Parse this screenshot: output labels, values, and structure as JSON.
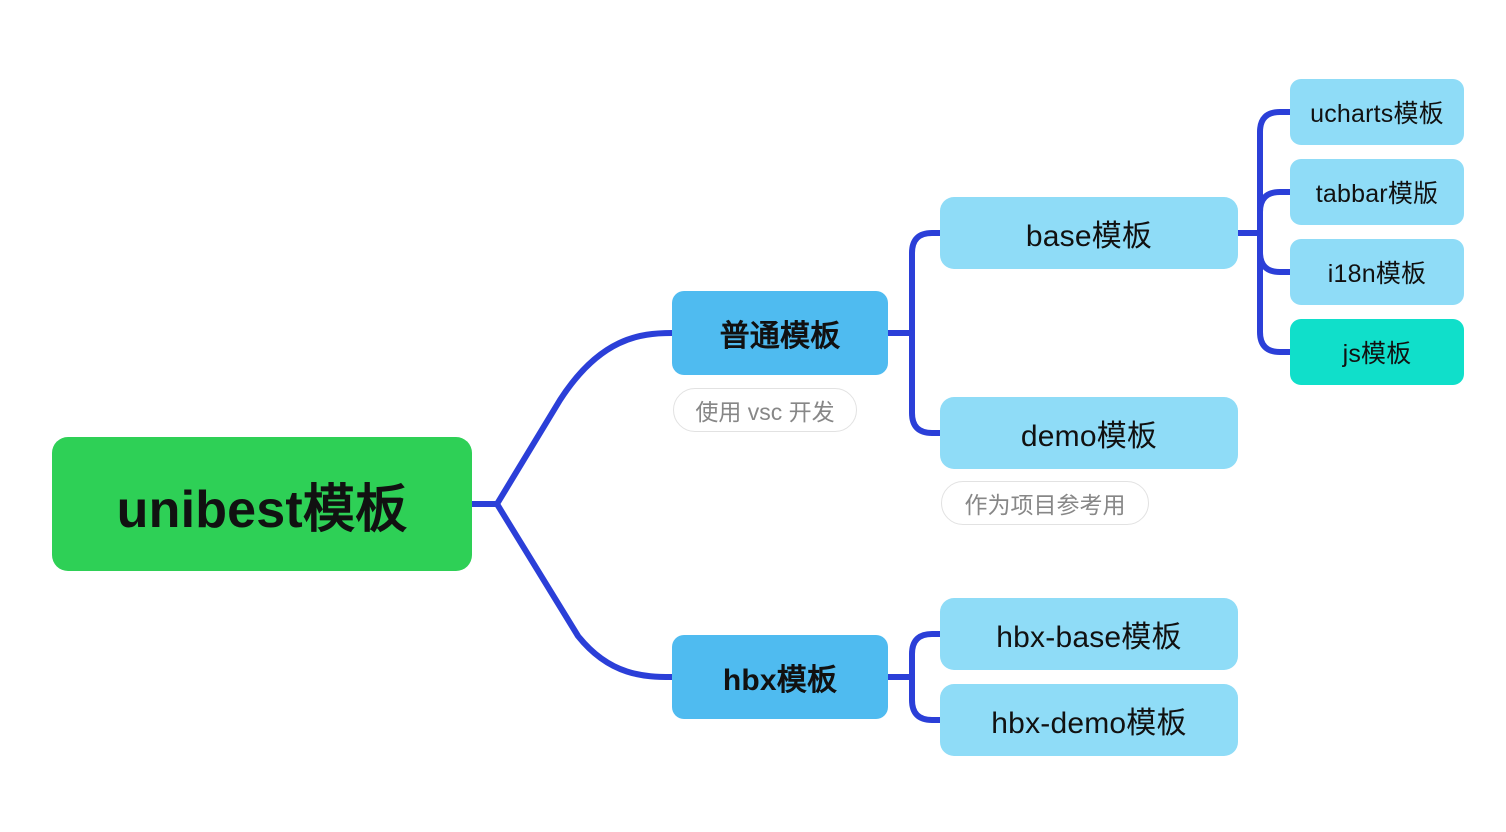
{
  "diagram": {
    "type": "mindmap",
    "title": "unibest模板",
    "background": "#ffffff",
    "link_color": "#2b3fd8",
    "colors": {
      "root": "#2ed056",
      "level1": "#4fbbf0",
      "level2": "#8fdcf7",
      "accent": "#10dfca",
      "note_border": "#e2e2e2",
      "note_text": "#878787",
      "text": "#111111"
    }
  },
  "nodes": {
    "root": {
      "label": "unibest模板"
    },
    "normal": {
      "label": "普通模板",
      "note": "使用 vsc 开发"
    },
    "hbx": {
      "label": "hbx模板"
    },
    "base": {
      "label": "base模板"
    },
    "demo": {
      "label": "demo模板",
      "note": "作为项目参考用"
    },
    "ucharts": {
      "label": "ucharts模板"
    },
    "tabbar": {
      "label": "tabbar模版"
    },
    "i18n": {
      "label": "i18n模板"
    },
    "js": {
      "label": "js模板"
    },
    "hbx_base": {
      "label": "hbx-base模板"
    },
    "hbx_demo": {
      "label": "hbx-demo模板"
    }
  }
}
